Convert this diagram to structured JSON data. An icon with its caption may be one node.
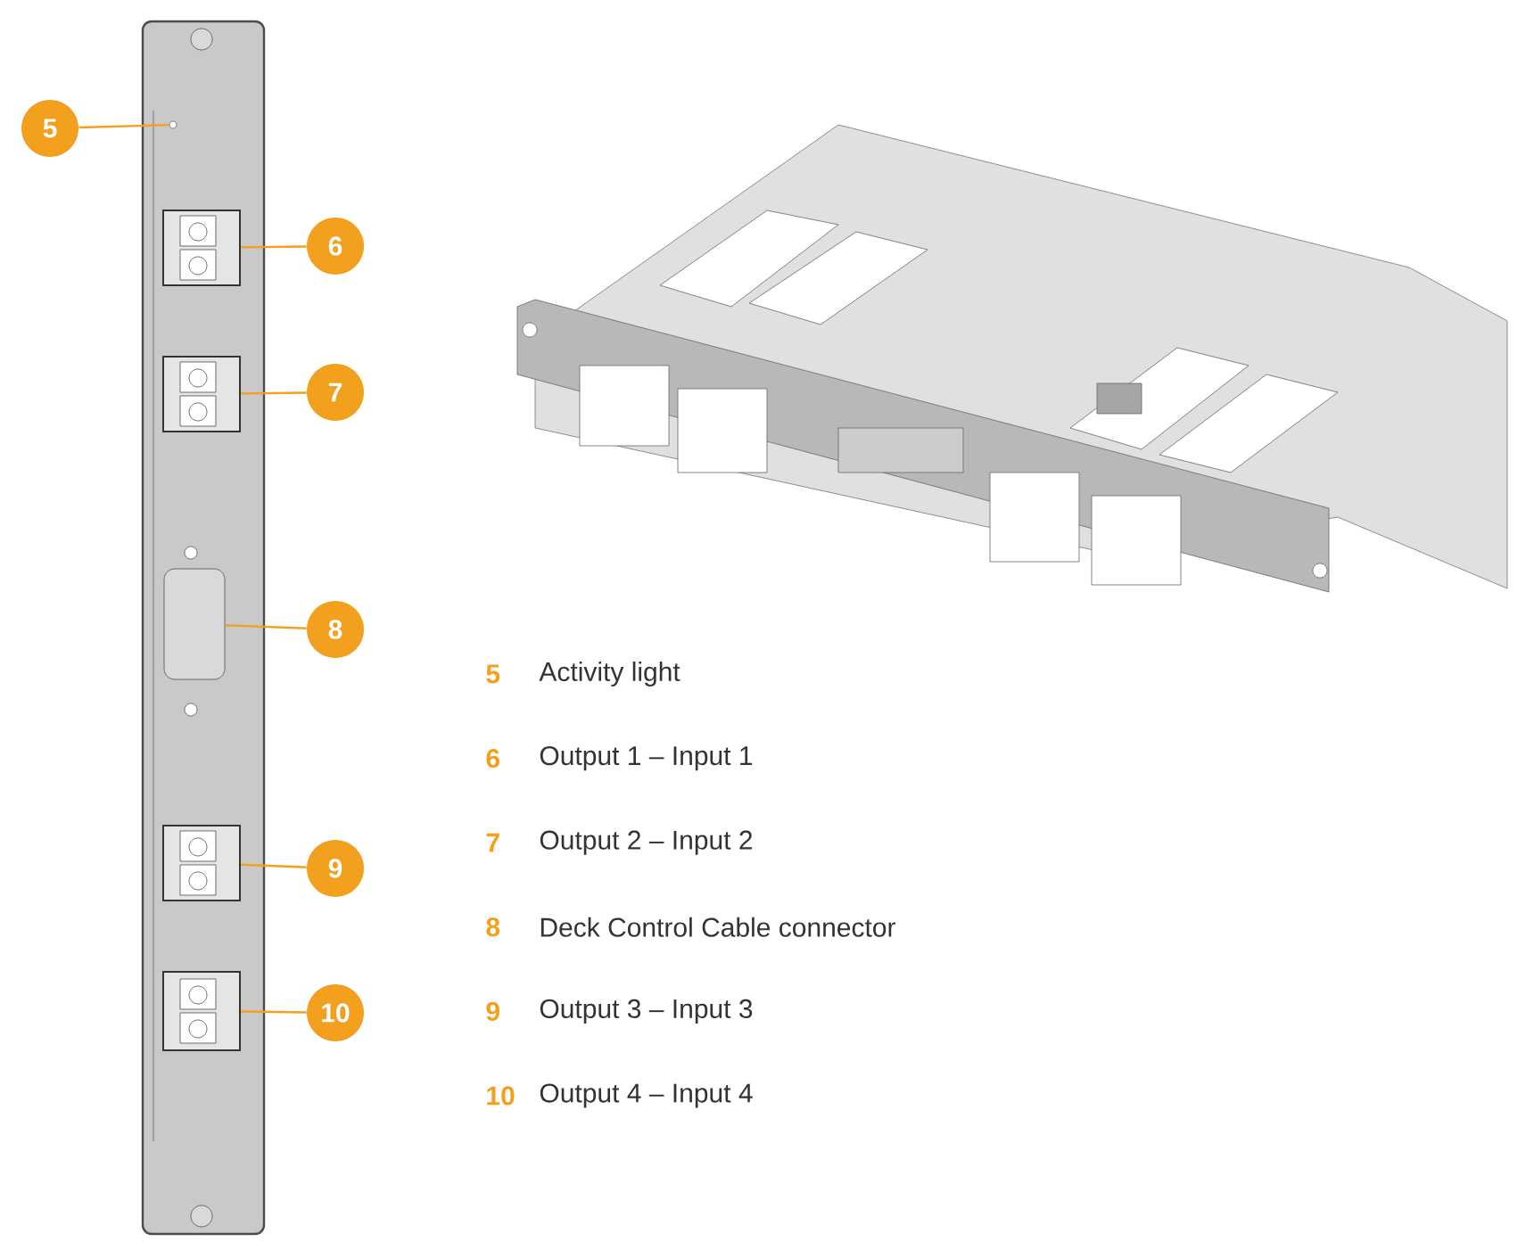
{
  "diagram": {
    "nodes": [
      {
        "text": [
          "5"
        ]
      },
      {
        "text": [
          "6"
        ]
      },
      {
        "text": [
          "7"
        ]
      },
      {
        "text": [
          "8"
        ]
      },
      {
        "text": [
          "9"
        ]
      },
      {
        "text": [
          "10"
        ]
      },
      {
        "text": [],
        "shape": "circle"
      },
      {
        "text": [],
        "shape": "box"
      },
      {
        "text": [],
        "shape": "box"
      },
      {
        "text": [],
        "shape": "box"
      },
      {
        "text": [],
        "shape": "box"
      },
      {
        "text": [],
        "shape": "box"
      }
    ],
    "edges": [
      {
        "from": 0,
        "to": 6,
        "arrow": "none"
      },
      {
        "from": 1,
        "to": 7,
        "arrow": "none"
      },
      {
        "from": 2,
        "to": 8,
        "arrow": "none"
      },
      {
        "from": 3,
        "to": 9,
        "arrow": "none"
      },
      {
        "from": 4,
        "to": 10,
        "arrow": "none"
      },
      {
        "from": 5,
        "to": 11,
        "arrow": "none"
      }
    ],
    "labels": [
      "5",
      "Activity light",
      "6",
      "Output 1 – Input 1",
      "7",
      "Output 2 – Input 2",
      "8",
      "Deck Control Cable connector",
      "9",
      "Output 3 – Input 3",
      "10",
      "Output 4 – Input 4"
    ]
  }
}
